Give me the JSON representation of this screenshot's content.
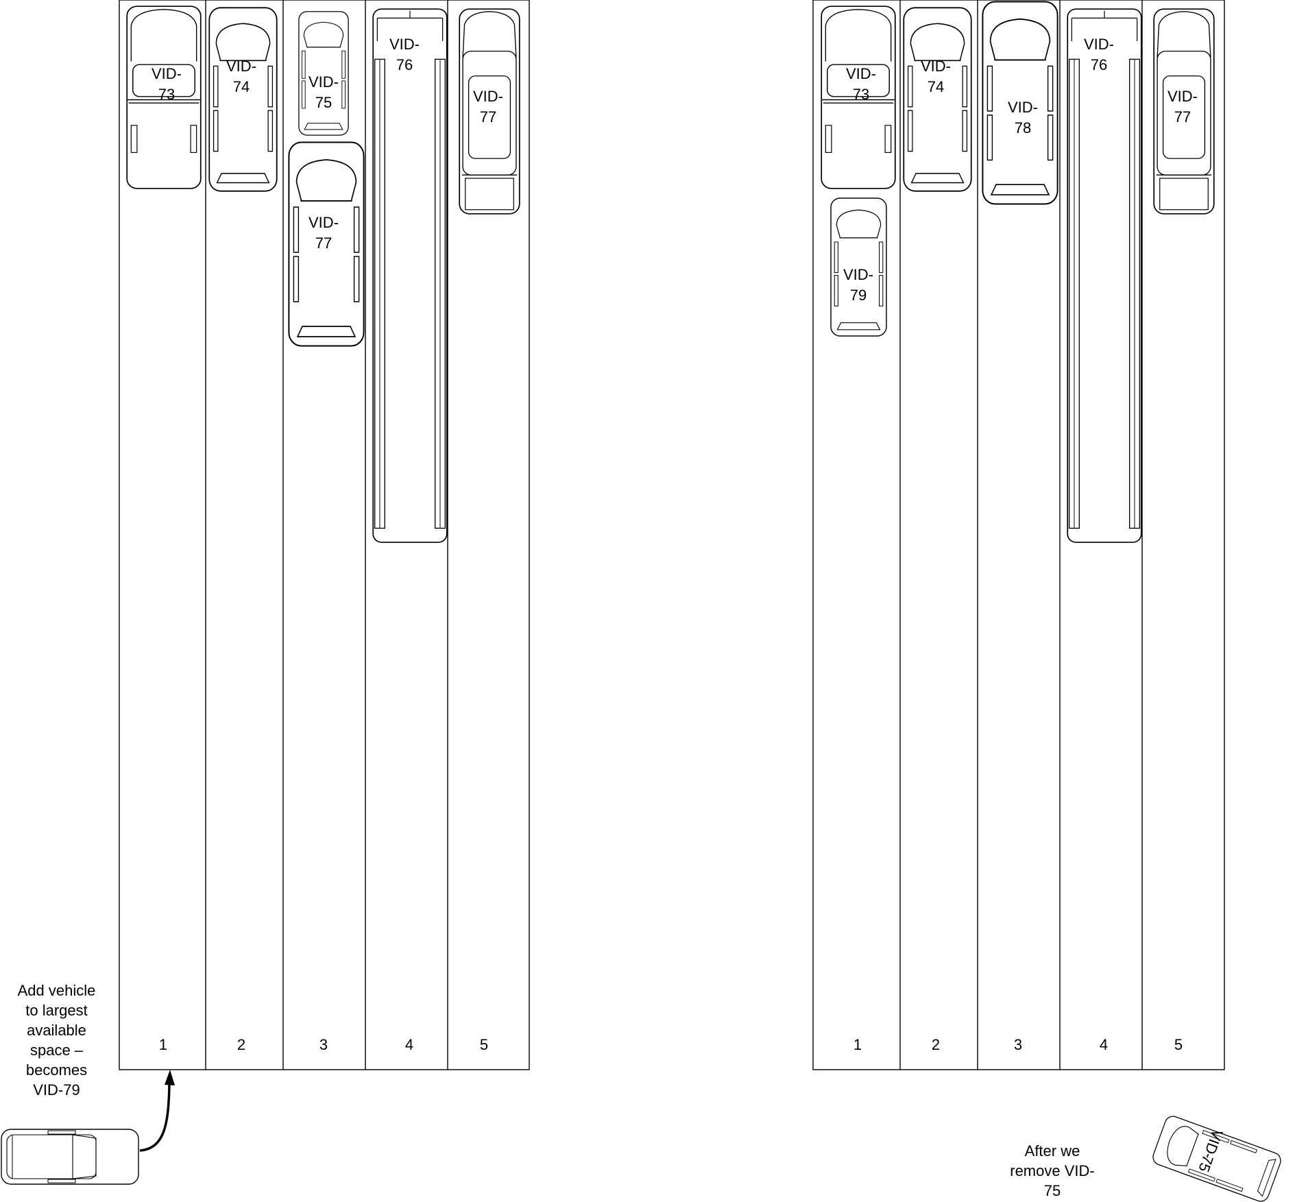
{
  "left_panel": {
    "lanes": [
      "1",
      "2",
      "3",
      "4",
      "5"
    ],
    "vehicles": [
      {
        "label": [
          "VID-",
          "73"
        ]
      },
      {
        "label": [
          "VID-",
          "74"
        ]
      },
      {
        "label": [
          "VID-",
          "75"
        ]
      },
      {
        "label": [
          "VID-",
          "77"
        ]
      },
      {
        "label": [
          "VID-",
          "76"
        ]
      },
      {
        "label": [
          "VID-",
          "77"
        ]
      }
    ],
    "caption": [
      "Add vehicle",
      "to largest",
      "available",
      "space –",
      "becomes",
      "VID-79"
    ]
  },
  "right_panel": {
    "lanes": [
      "1",
      "2",
      "3",
      "4",
      "5"
    ],
    "vehicles": [
      {
        "label": [
          "VID-",
          "73"
        ]
      },
      {
        "label": [
          "VID-",
          "79"
        ]
      },
      {
        "label": [
          "VID-",
          "74"
        ]
      },
      {
        "label": [
          "VID-",
          "78"
        ]
      },
      {
        "label": [
          "VID-",
          "76"
        ]
      },
      {
        "label": [
          "VID-",
          "77"
        ]
      }
    ],
    "removed_vehicle": {
      "label": [
        "VID-",
        "75"
      ]
    },
    "caption": [
      "After we",
      "remove VID-",
      "75"
    ]
  }
}
